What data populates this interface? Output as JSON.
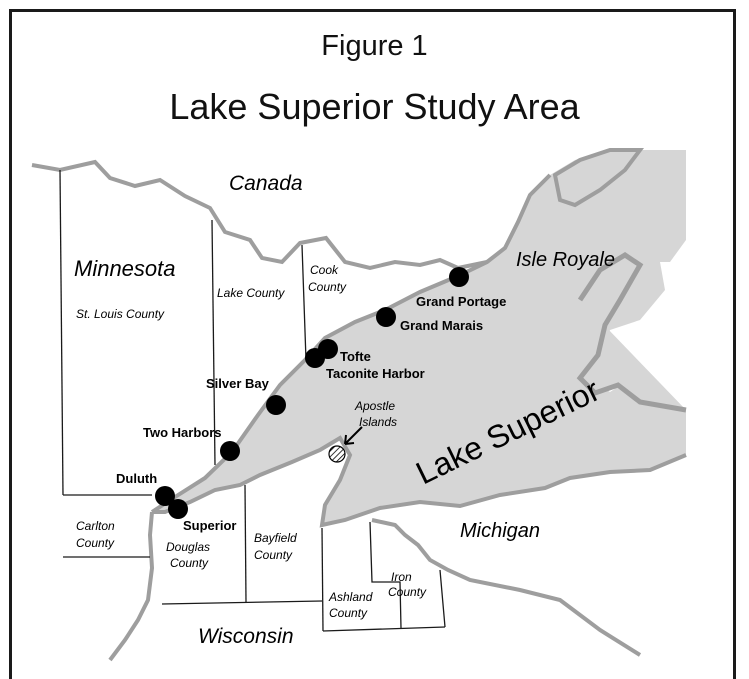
{
  "title": {
    "figure": "Figure 1",
    "main": "Lake Superior Study Area"
  },
  "regions": {
    "canada": "Canada",
    "minnesota": "Minnesota",
    "wisconsin": "Wisconsin",
    "michigan": "Michigan",
    "isle_royale": "Isle Royale",
    "lake": "Lake Superior",
    "apostle_1": "Apostle",
    "apostle_2": "Islands"
  },
  "counties": {
    "st_louis": "St. Louis County",
    "lake": "Lake County",
    "cook_1": "Cook",
    "cook_2": "County",
    "carlton_1": "Carlton",
    "carlton_2": "County",
    "douglas_1": "Douglas",
    "douglas_2": "County",
    "bayfield_1": "Bayfield",
    "bayfield_2": "County",
    "ashland_1": "Ashland",
    "ashland_2": "County",
    "iron_1": "Iron",
    "iron_2": "County"
  },
  "sites": {
    "grand_portage": "Grand Portage",
    "grand_marais": "Grand Marais",
    "tofte": "Tofte",
    "taconite_harbor": "Taconite Harbor",
    "silver_bay": "Silver Bay",
    "two_harbors": "Two Harbors",
    "duluth": "Duluth",
    "superior": "Superior"
  },
  "colors": {
    "lake": "#d6d6d6",
    "border": "#9e9e9e",
    "line": "#1a1a1a",
    "site": "#000000"
  }
}
